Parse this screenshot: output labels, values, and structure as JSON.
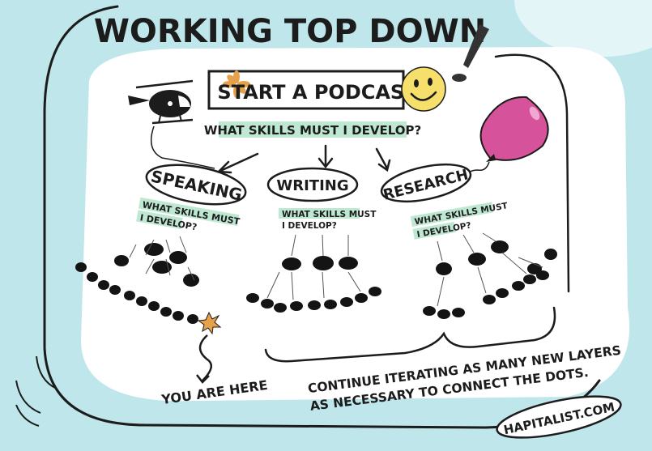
{
  "title": "WORKING TOP DOWN",
  "root": {
    "label": "START A PODCAST",
    "question": "WHAT SKILLS MUST I DEVELOP?"
  },
  "branches": [
    {
      "label": "SPEAKING",
      "question_line1": "WHAT SKILLS MUST",
      "question_line2": "I DEVELOP?"
    },
    {
      "label": "WRITING",
      "question_line1": "WHAT SKILLS MUST",
      "question_line2": "I DEVELOP?"
    },
    {
      "label": "RESEARCH",
      "question_line1": "WHAT SKILLS MUST",
      "question_line2": "I DEVELOP?"
    }
  ],
  "you_are_here": "YOU ARE HERE",
  "footer_note": {
    "line1": "CONTINUE ITERATING AS MANY NEW LAYERS",
    "line2": "AS NECESSARY TO CONNECT THE DOTS."
  },
  "brand": "HAPITALIST.COM",
  "colors": {
    "background_blue": "#bfe6ea",
    "highlight_green": "#bfe8d3",
    "balloon_pink": "#d6529b",
    "smiley_yellow": "#f7df6b",
    "flower_orange": "#e6a14a",
    "ink": "#1c1c1c"
  },
  "icons": [
    "helicopter-icon",
    "balloon-icon",
    "smiley-icon",
    "exclamation-icon",
    "flower-icon",
    "star-burst-icon"
  ]
}
